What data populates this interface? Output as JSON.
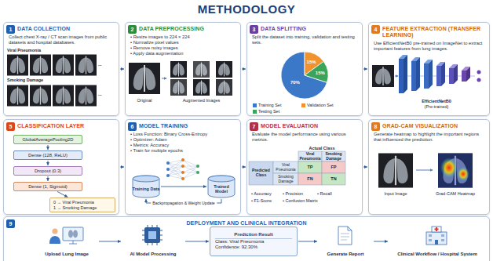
{
  "diagram": {
    "title": "METHODOLOGY",
    "nodes": [
      {
        "text": [
          "DATA COLLECTION",
          "Collect chest X-ray / CT scan images from public datasets and hospital databases."
        ]
      },
      {
        "text": [
          "1"
        ],
        "in": 0
      },
      {
        "text": [
          "DATA PREPROCESSING",
          "• Resize images to 224 × 224",
          "• Normalize pixel values",
          "• Remove noisy images",
          "• Apply data augmentation"
        ]
      },
      {
        "text": [
          "2"
        ],
        "in": 2
      },
      {
        "text": [
          "DATA SPLITTING",
          "Split the dataset into training, validation and testing sets."
        ]
      },
      {
        "text": [
          "3"
        ],
        "in": 4
      },
      {
        "text": [
          "FEATURE EXTRACTION (TRANSFER LEARNING)",
          "Use EfficientNetB0 pre-trained on ImageNet to extract important features from lung images."
        ]
      },
      {
        "text": [
          "4"
        ],
        "in": 6
      },
      {
        "text": [
          "CLASSIFICATION LAYER"
        ]
      },
      {
        "text": [
          "5"
        ],
        "in": 8
      },
      {
        "text": [
          "GlobalAveragePooling2D"
        ],
        "in": 8
      },
      {
        "text": [
          "Dense (128, ReLU)"
        ],
        "in": 8
      },
      {
        "text": [
          "Dropout (0.3)"
        ],
        "in": 8
      },
      {
        "text": [
          "Dense (1, Sigmoid)"
        ],
        "in": 8
      },
      {
        "text": [
          "0 → Viral Pneumonia",
          "1 → Smoking Damage"
        ],
        "in": 8
      },
      {
        "text": [
          "MODEL TRAINING",
          "• Loss Function: Binary Cross-Entropy",
          "• Optimizer: Adam",
          "• Metrics: Accuracy",
          "• Train for multiple epochs"
        ]
      },
      {
        "text": [
          "6"
        ],
        "in": 15
      },
      {
        "text": [
          "Training Data"
        ],
        "in": 15
      },
      {
        "text": [
          "Trained Model"
        ],
        "in": 15
      },
      {
        "text": [
          "MODEL EVALUATION",
          "Evaluate the model performance using various metrics."
        ]
      },
      {
        "text": [
          "7"
        ],
        "in": 19
      },
      {
        "text": [
          "GRAD-CAM VISUALIZATION",
          "Generate heatmap to highlight the important regions that influenced the prediction."
        ]
      },
      {
        "text": [
          "8"
        ],
        "in": 21
      },
      {
        "text": [
          "DEPLOYMENT AND CLINICAL INTEGRATION"
        ]
      },
      {
        "text": [
          "9"
        ],
        "in": 23
      },
      {
        "text": [
          "Upload Lung Image"
        ],
        "in": 23
      },
      {
        "text": [
          "AI Model Processing"
        ],
        "in": 23
      },
      {
        "text": [
          "Prediction Result",
          "Class: Viral Pneumonia",
          "Confidence: 92.30%"
        ],
        "in": 23
      },
      {
        "text": [
          "Generate Report"
        ],
        "in": 23
      },
      {
        "text": [
          "Clinical Workflow / Hospital System"
        ],
        "in": 23
      }
    ],
    "edges": [
      {
        "from": 0,
        "to": 2,
        "arrow": "to"
      },
      {
        "from": 2,
        "to": 4,
        "arrow": "to"
      },
      {
        "from": 4,
        "to": 6,
        "arrow": "to"
      },
      {
        "from": 8,
        "to": 15,
        "arrow": "to"
      },
      {
        "from": 15,
        "to": 19,
        "arrow": "to"
      },
      {
        "from": 19,
        "to": 21,
        "arrow": "to"
      },
      {
        "from": 10,
        "to": 11,
        "arrow": "to"
      },
      {
        "from": 11,
        "to": 12,
        "arrow": "to"
      },
      {
        "from": 12,
        "to": 13,
        "arrow": "to"
      },
      {
        "from": 13,
        "to": 14,
        "arrow": "to"
      },
      {
        "from": 17,
        "to": 18,
        "arrow": "to"
      },
      {
        "from": 18,
        "to": 17,
        "arrow": "to",
        "label": "Backpropagation & Weight Update"
      },
      {
        "from": 25,
        "to": 26,
        "arrow": "to"
      },
      {
        "from": 26,
        "to": 27,
        "arrow": "to"
      },
      {
        "from": 27,
        "to": 28,
        "arrow": "to"
      },
      {
        "from": 28,
        "to": 29,
        "arrow": "to"
      }
    ],
    "labels": [
      "Viral Pneumonia",
      "...",
      "Smoking Damage",
      "...",
      "Original",
      "Augmented Images",
      "70%",
      "15%",
      "15%",
      "EfficientNetB0",
      "(Pre-trained)",
      "Actual Class",
      "Viral Pneumonia",
      "Smoking Damage",
      "Predicted Class",
      "Viral Pneumonia",
      "Smoking Damage",
      "TP",
      "FP",
      "FN",
      "TN",
      "• Accuracy",
      "• Precision",
      "• Recall",
      "• F1-Score",
      "• Confusion Matrix",
      "Input Image",
      "Grad-CAM Heatmap"
    ],
    "legend": [
      {
        "text": "Training Set",
        "color": "#3b78c8"
      },
      {
        "text": "Validation Set",
        "color": "#f0922e"
      },
      {
        "text": "Testing Set",
        "color": "#3aa55a"
      }
    ]
  }
}
